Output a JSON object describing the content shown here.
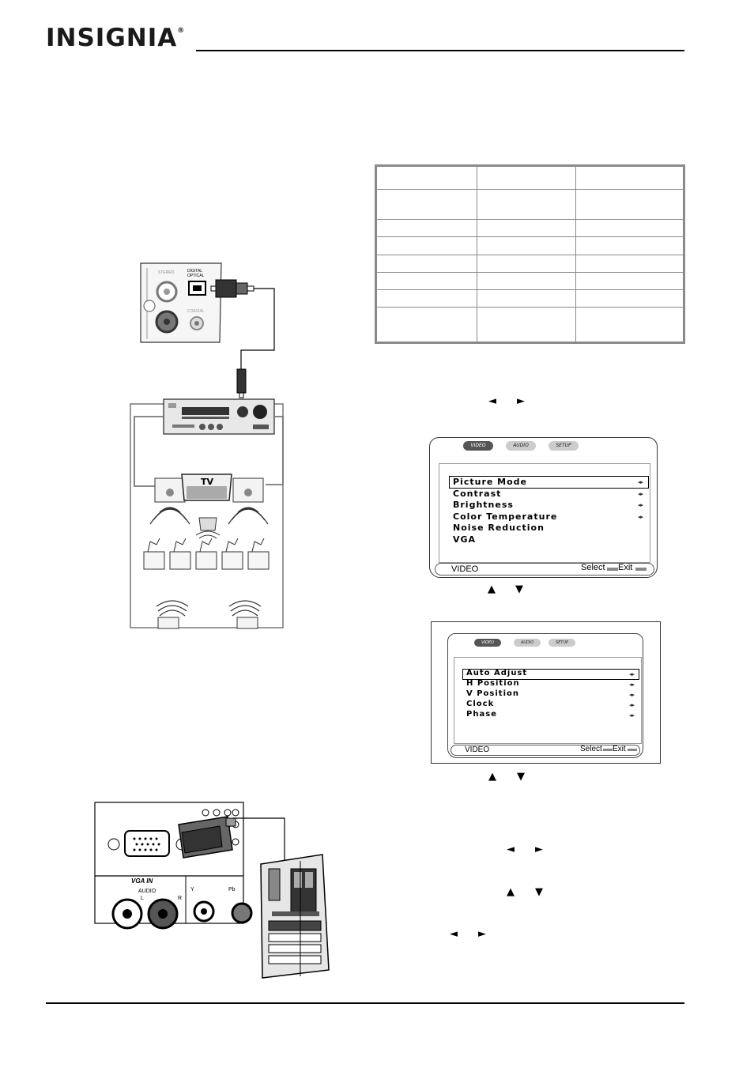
{
  "header": {
    "brand": "INSIGNIA",
    "trademark": "®"
  },
  "diagram_optical": {
    "port_stereo": "STEREO",
    "port_digital": "DIGITAL\nOPTICAL",
    "port_coaxial": "COAXIAL",
    "tv_label": "TV"
  },
  "menu_video": {
    "tabs": [
      "VIDEO",
      "AUDIO",
      "SETUP"
    ],
    "items": [
      "Picture Mode",
      "Contrast",
      "Brightness",
      "Color Temperature",
      "Noise Reduction",
      "VGA"
    ],
    "footer_left": "VIDEO",
    "footer_select": "Select",
    "footer_exit": "Exit"
  },
  "menu_vga": {
    "tabs": [
      "VIDEO",
      "AUDIO",
      "SETUP"
    ],
    "items": [
      "Auto Adjust",
      "H Position",
      "V Position",
      "Clock",
      "Phase"
    ],
    "footer_left": "VIDEO",
    "footer_select": "Select",
    "footer_exit": "Exit"
  },
  "diagram_vga": {
    "vga_in": "VGA IN",
    "audio": "AUDIO",
    "left": "L",
    "right": "R",
    "y": "Y",
    "pb": "Pb"
  },
  "nav_keys": {
    "left": "◄",
    "right": "►",
    "up": "▲",
    "down": "▼"
  }
}
